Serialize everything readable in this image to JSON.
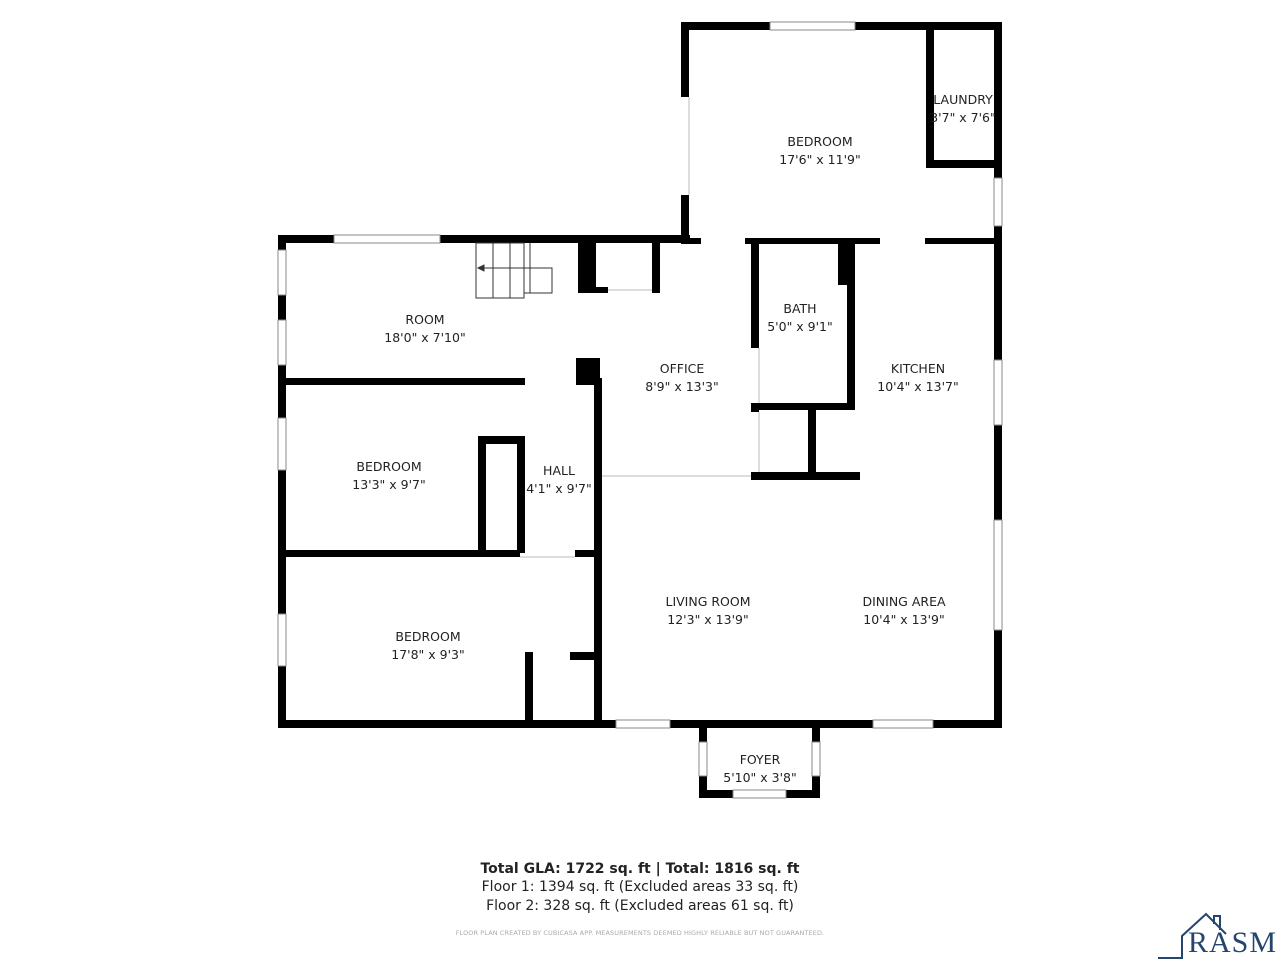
{
  "rooms": [
    {
      "name": "BEDROOM",
      "size": "17'6\" x 11'9\""
    },
    {
      "name": "LAUNDRY",
      "size": "3'7\" x 7'6\""
    },
    {
      "name": "ROOM",
      "size": "18'0\" x 7'10\""
    },
    {
      "name": "BATH",
      "size": "5'0\" x 9'1\""
    },
    {
      "name": "OFFICE",
      "size": "8'9\" x 13'3\""
    },
    {
      "name": "KITCHEN",
      "size": "10'4\" x 13'7\""
    },
    {
      "name": "BEDROOM",
      "size": "13'3\" x 9'7\""
    },
    {
      "name": "HALL",
      "size": "4'1\" x 9'7\""
    },
    {
      "name": "LIVING ROOM",
      "size": "12'3\" x 13'9\""
    },
    {
      "name": "DINING AREA",
      "size": "10'4\" x 13'9\""
    },
    {
      "name": "BEDROOM",
      "size": "17'8\" x 9'3\""
    },
    {
      "name": "FOYER",
      "size": "5'10\" x 3'8\""
    }
  ],
  "summary": {
    "total": "Total GLA: 1722 sq. ft | Total: 1816 sq. ft",
    "floor1": "Floor 1: 1394 sq. ft (Excluded areas 33 sq. ft)",
    "floor2": "Floor 2: 328 sq. ft (Excluded areas 61 sq. ft)",
    "disclaimer": "FLOOR PLAN CREATED BY CUBICASA APP. MEASUREMENTS DEEMED HIGHLY RELIABLE BUT NOT GUARANTEED."
  },
  "logo": {
    "text": "RASM",
    "color": "#24456e"
  },
  "colors": {
    "wall": "#000000",
    "window": "#ffffff"
  }
}
